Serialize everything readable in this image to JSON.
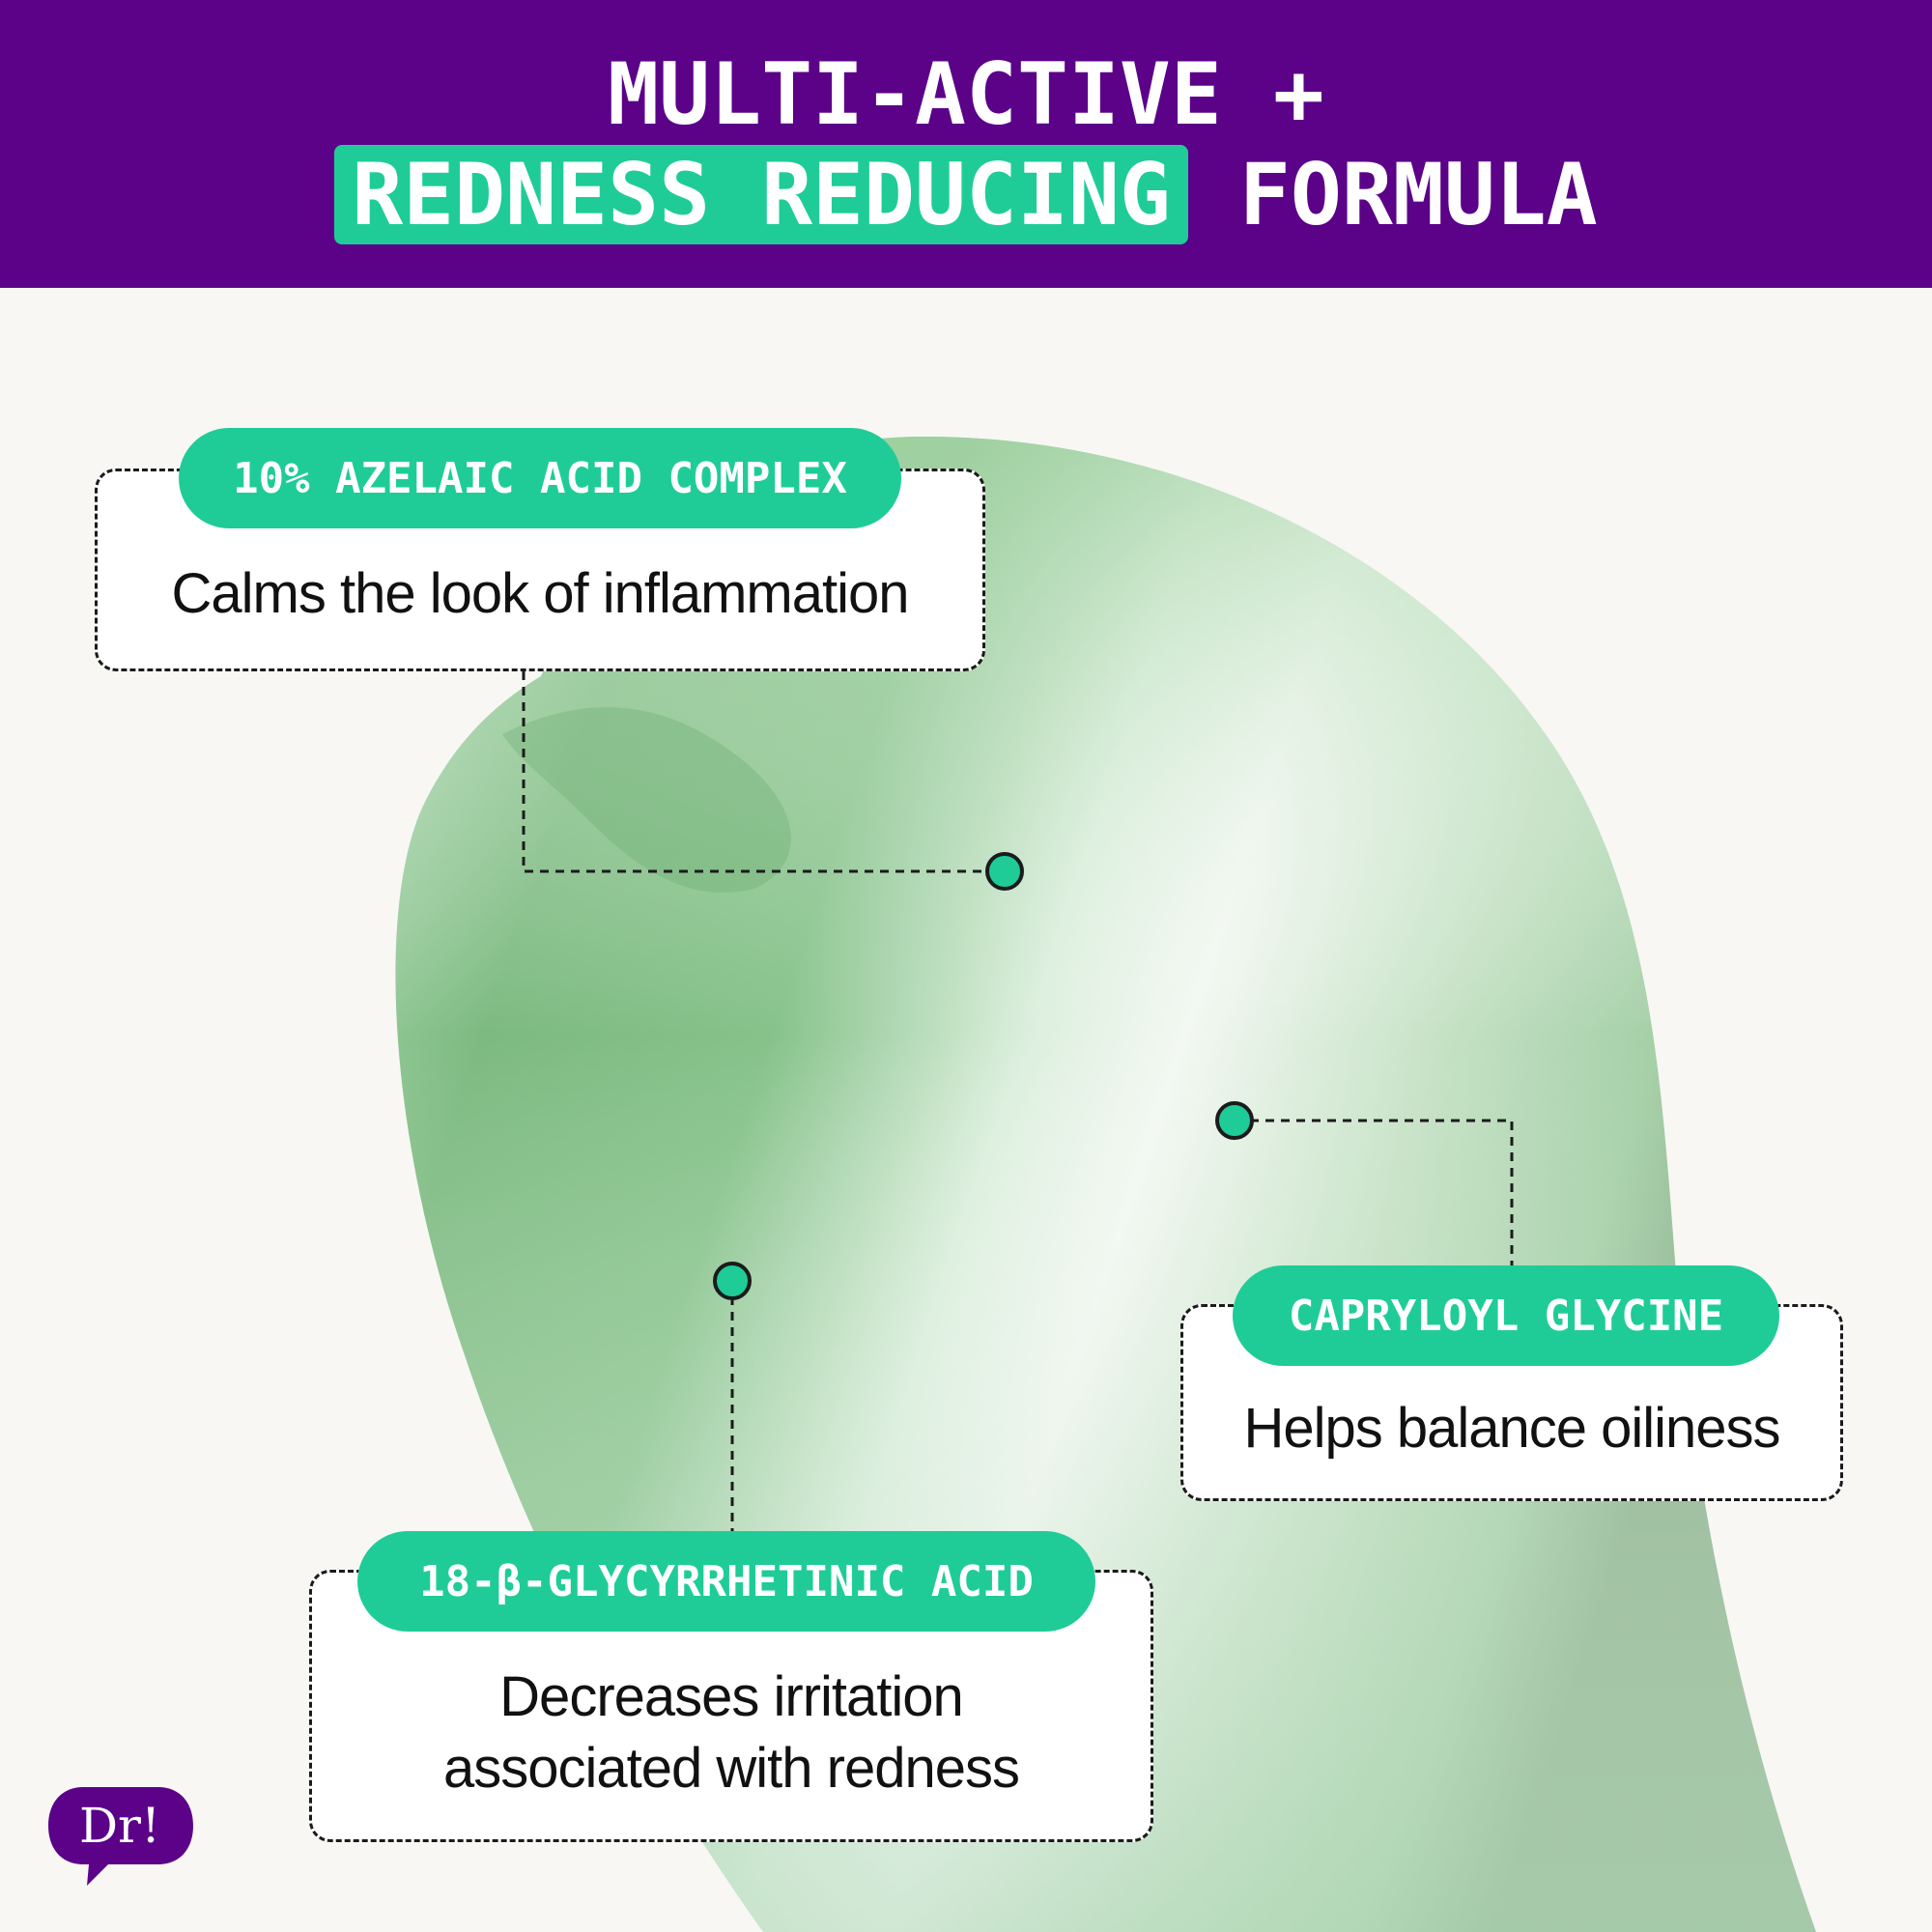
{
  "header": {
    "line1": "MULTI-ACTIVE +",
    "line2_highlight": "REDNESS REDUCING",
    "line2_rest": "FORMULA"
  },
  "callouts": [
    {
      "ingredient": "10% AZELAIC ACID COMPLEX",
      "benefit": "Calms the look of inflammation"
    },
    {
      "ingredient": "CAPRYLOYL GLYCINE",
      "benefit": "Helps balance oiliness"
    },
    {
      "ingredient": "18-β-GLYCYRRHETINIC ACID",
      "benefit_line1": "Decreases irritation",
      "benefit_line2": "associated with redness"
    }
  ],
  "logo": {
    "text": "Dr!"
  },
  "colors": {
    "header_bg": "#5b0289",
    "accent_green": "#1fcc97",
    "swatch_green": "#7dbd82",
    "background": "#f8f7f4"
  }
}
